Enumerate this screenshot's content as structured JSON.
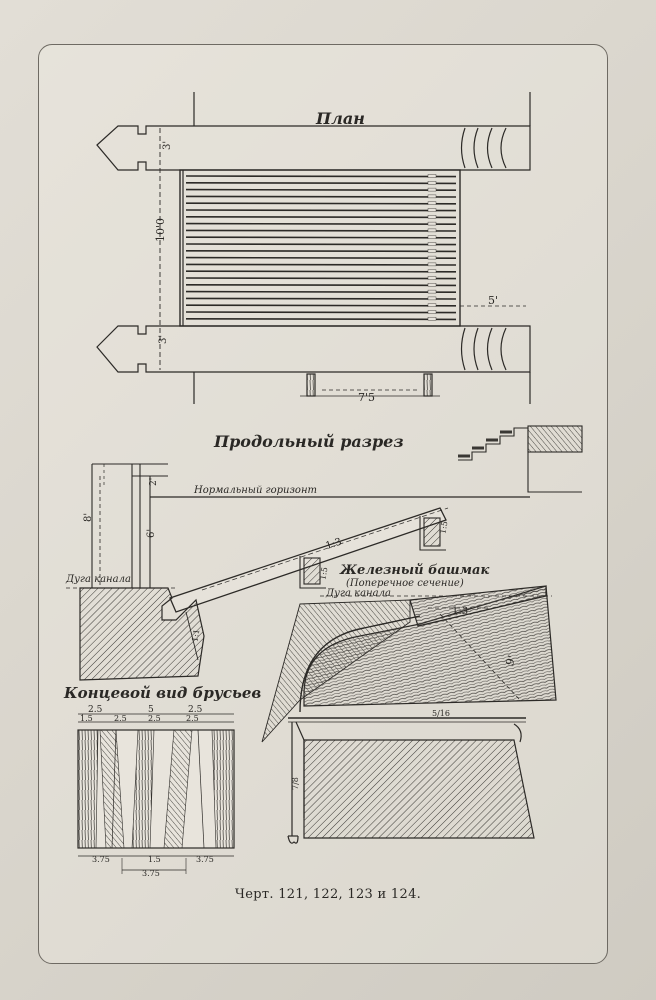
{
  "titles": {
    "plan": "План",
    "longitudinal_section": "Продольный разрез",
    "end_view": "Концевой вид брусьев"
  },
  "labels": {
    "normal_horizon": "Нормальный горизонт",
    "canal_bottom_left": "Дуга канала",
    "iron_shoe": "Железный башмак",
    "cross_section": "(Поперечное сечение)",
    "canal_bottom_right": "Дуга канала"
  },
  "dimensions": {
    "plan_width": "10'0",
    "plan_top_band": "3'",
    "plan_bottom_band": "3'",
    "plan_depth": "5'",
    "plan_spacing": "7'5",
    "section_height_8": "8'",
    "section_height_6": "6'",
    "section_height_2": "2'",
    "section_slope": "1:3",
    "section_post": "1:5",
    "section_small": "1:5",
    "section_lower": "1:1",
    "detail_slope": "1:3",
    "detail_height": "9'",
    "detail_base": "5/16",
    "detail_side": "7/8",
    "end_top_row": [
      "2.5",
      "5",
      "2.5"
    ],
    "end_second_row": [
      "1.5",
      "2.5",
      "2.5",
      "2.5"
    ],
    "end_bottom_row": [
      "3.75",
      "1.5",
      "3.75"
    ],
    "end_bottom_center": "3.75"
  },
  "caption": "Черт. 121, 122, 123 и 124."
}
